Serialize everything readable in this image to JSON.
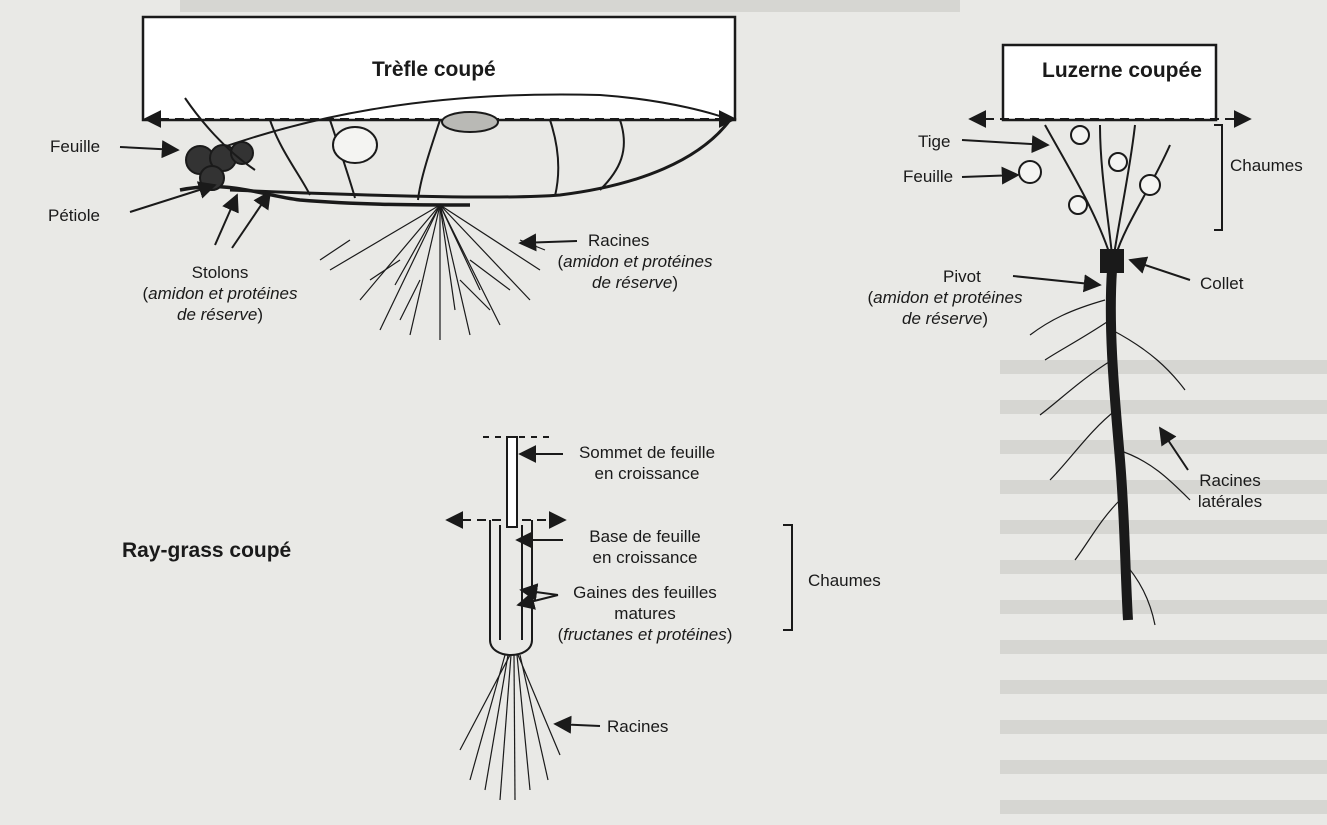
{
  "clover": {
    "title": "Trèfle coupé",
    "feuille": "Feuille",
    "petiole": "Pétiole",
    "stolons": "Stolons",
    "stolons_note_1": "amidon et protéines",
    "stolons_note_2": "de réserve",
    "racines": "Racines",
    "racines_note_1": "amidon et protéines",
    "racines_note_2": "de réserve"
  },
  "alfalfa": {
    "title": "Luzerne coupée",
    "tige": "Tige",
    "feuille": "Feuille",
    "chaumes": "Chaumes",
    "pivot": "Pivot",
    "pivot_note_1": "amidon et protéines",
    "pivot_note_2": "de réserve",
    "collet": "Collet",
    "racines_laterales_1": "Racines",
    "racines_laterales_2": "latérales"
  },
  "ryegrass": {
    "title": "Ray-grass coupé",
    "sommet_1": "Sommet de feuille",
    "sommet_2": "en croissance",
    "base_1": "Base de feuille",
    "base_2": "en croissance",
    "gaines_1": "Gaines des feuilles",
    "gaines_2": "matures",
    "gaines_note": "fructanes et protéines",
    "chaumes": "Chaumes",
    "racines": "Racines"
  }
}
